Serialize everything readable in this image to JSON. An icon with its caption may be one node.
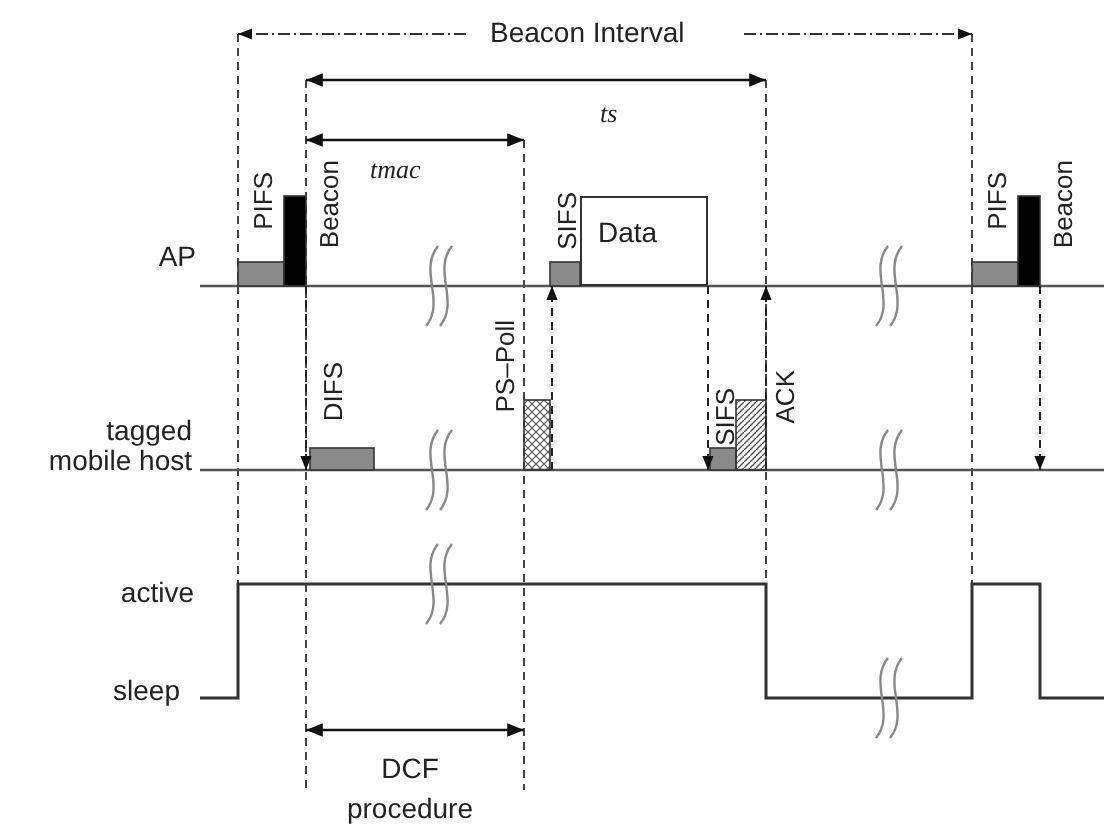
{
  "diagram": {
    "nodes": [
      {
        "text": [
          "Data"
        ]
      }
    ],
    "labels": [
      "Beacon Interval",
      "ts",
      "tmac",
      "AP",
      "PIFS",
      "Beacon",
      "SIFS",
      "PIFS",
      "Beacon",
      "DIFS",
      "PS–Poll",
      "SIFS",
      "ACK",
      "tagged mobile host",
      "active",
      "sleep",
      "DCF procedure"
    ]
  }
}
